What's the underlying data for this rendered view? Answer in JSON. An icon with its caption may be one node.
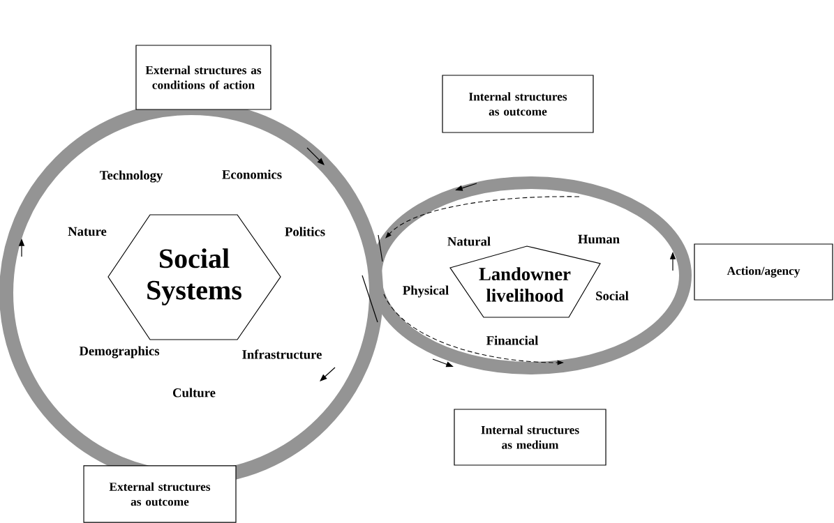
{
  "diagram": {
    "nodes": [
      {
        "text": [
          "External structures as conditions of action"
        ]
      },
      {
        "text": [
          "Internal structures as outcome"
        ]
      },
      {
        "text": [
          "Action/agency"
        ]
      },
      {
        "text": [
          "Internal structures as medium"
        ]
      },
      {
        "text": [
          "External structures as outcome"
        ]
      },
      {
        "text": [
          "Social Systems"
        ]
      },
      {
        "text": [
          "Landowner livelihood"
        ]
      }
    ],
    "labels": [
      "Technology",
      "Economics",
      "Nature",
      "Politics",
      "Demographics",
      "Infrastructure",
      "Culture",
      "Natural",
      "Human",
      "Physical",
      "Social",
      "Financial"
    ]
  }
}
